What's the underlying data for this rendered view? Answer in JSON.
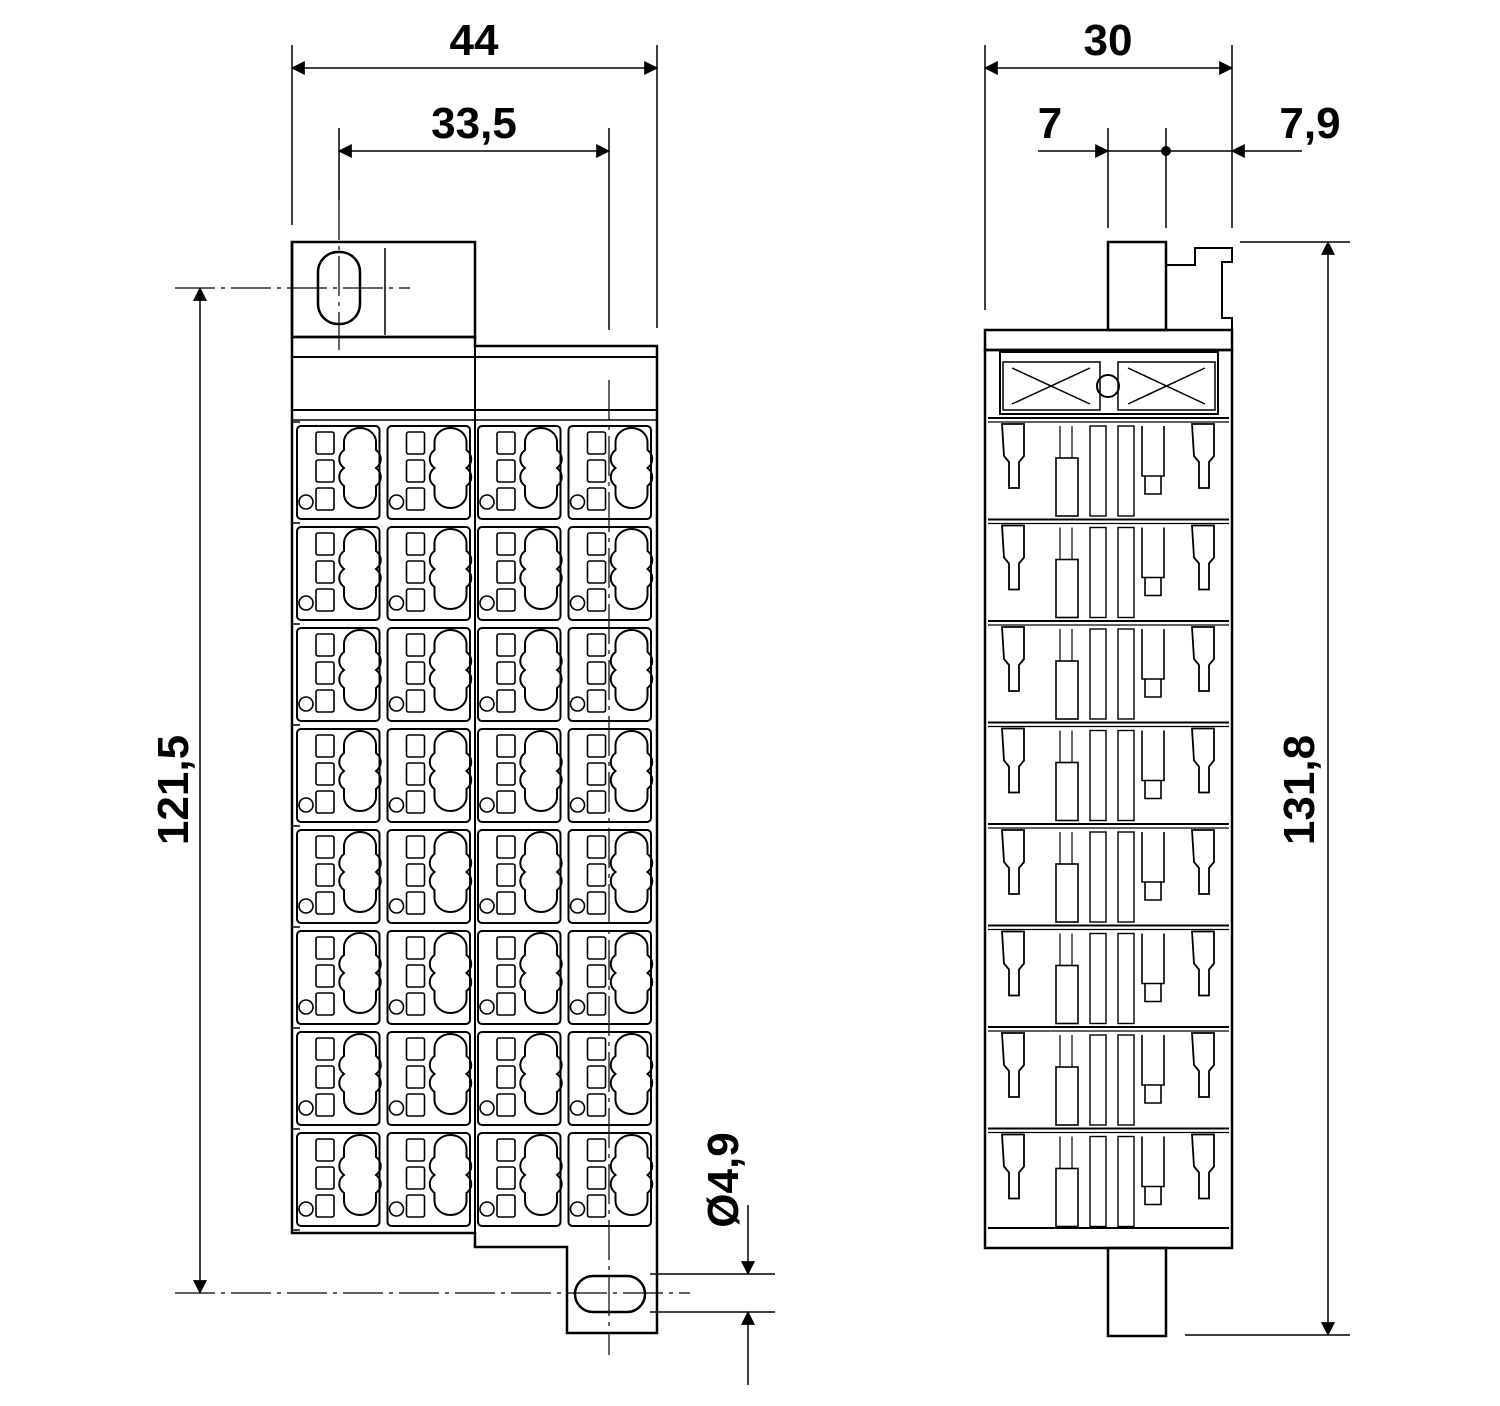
{
  "dimensions": {
    "width_total": "44",
    "width_hole_spacing": "33,5",
    "height_hole_spacing": "121,5",
    "hole_diameter": "Ø4,9",
    "depth_total": "30",
    "depth_left": "7",
    "depth_right": "7,9",
    "height_total": "131,8"
  },
  "front_view": {
    "terminal_columns": 4,
    "terminal_rows": 8
  },
  "side_view": {
    "levels": 8
  }
}
